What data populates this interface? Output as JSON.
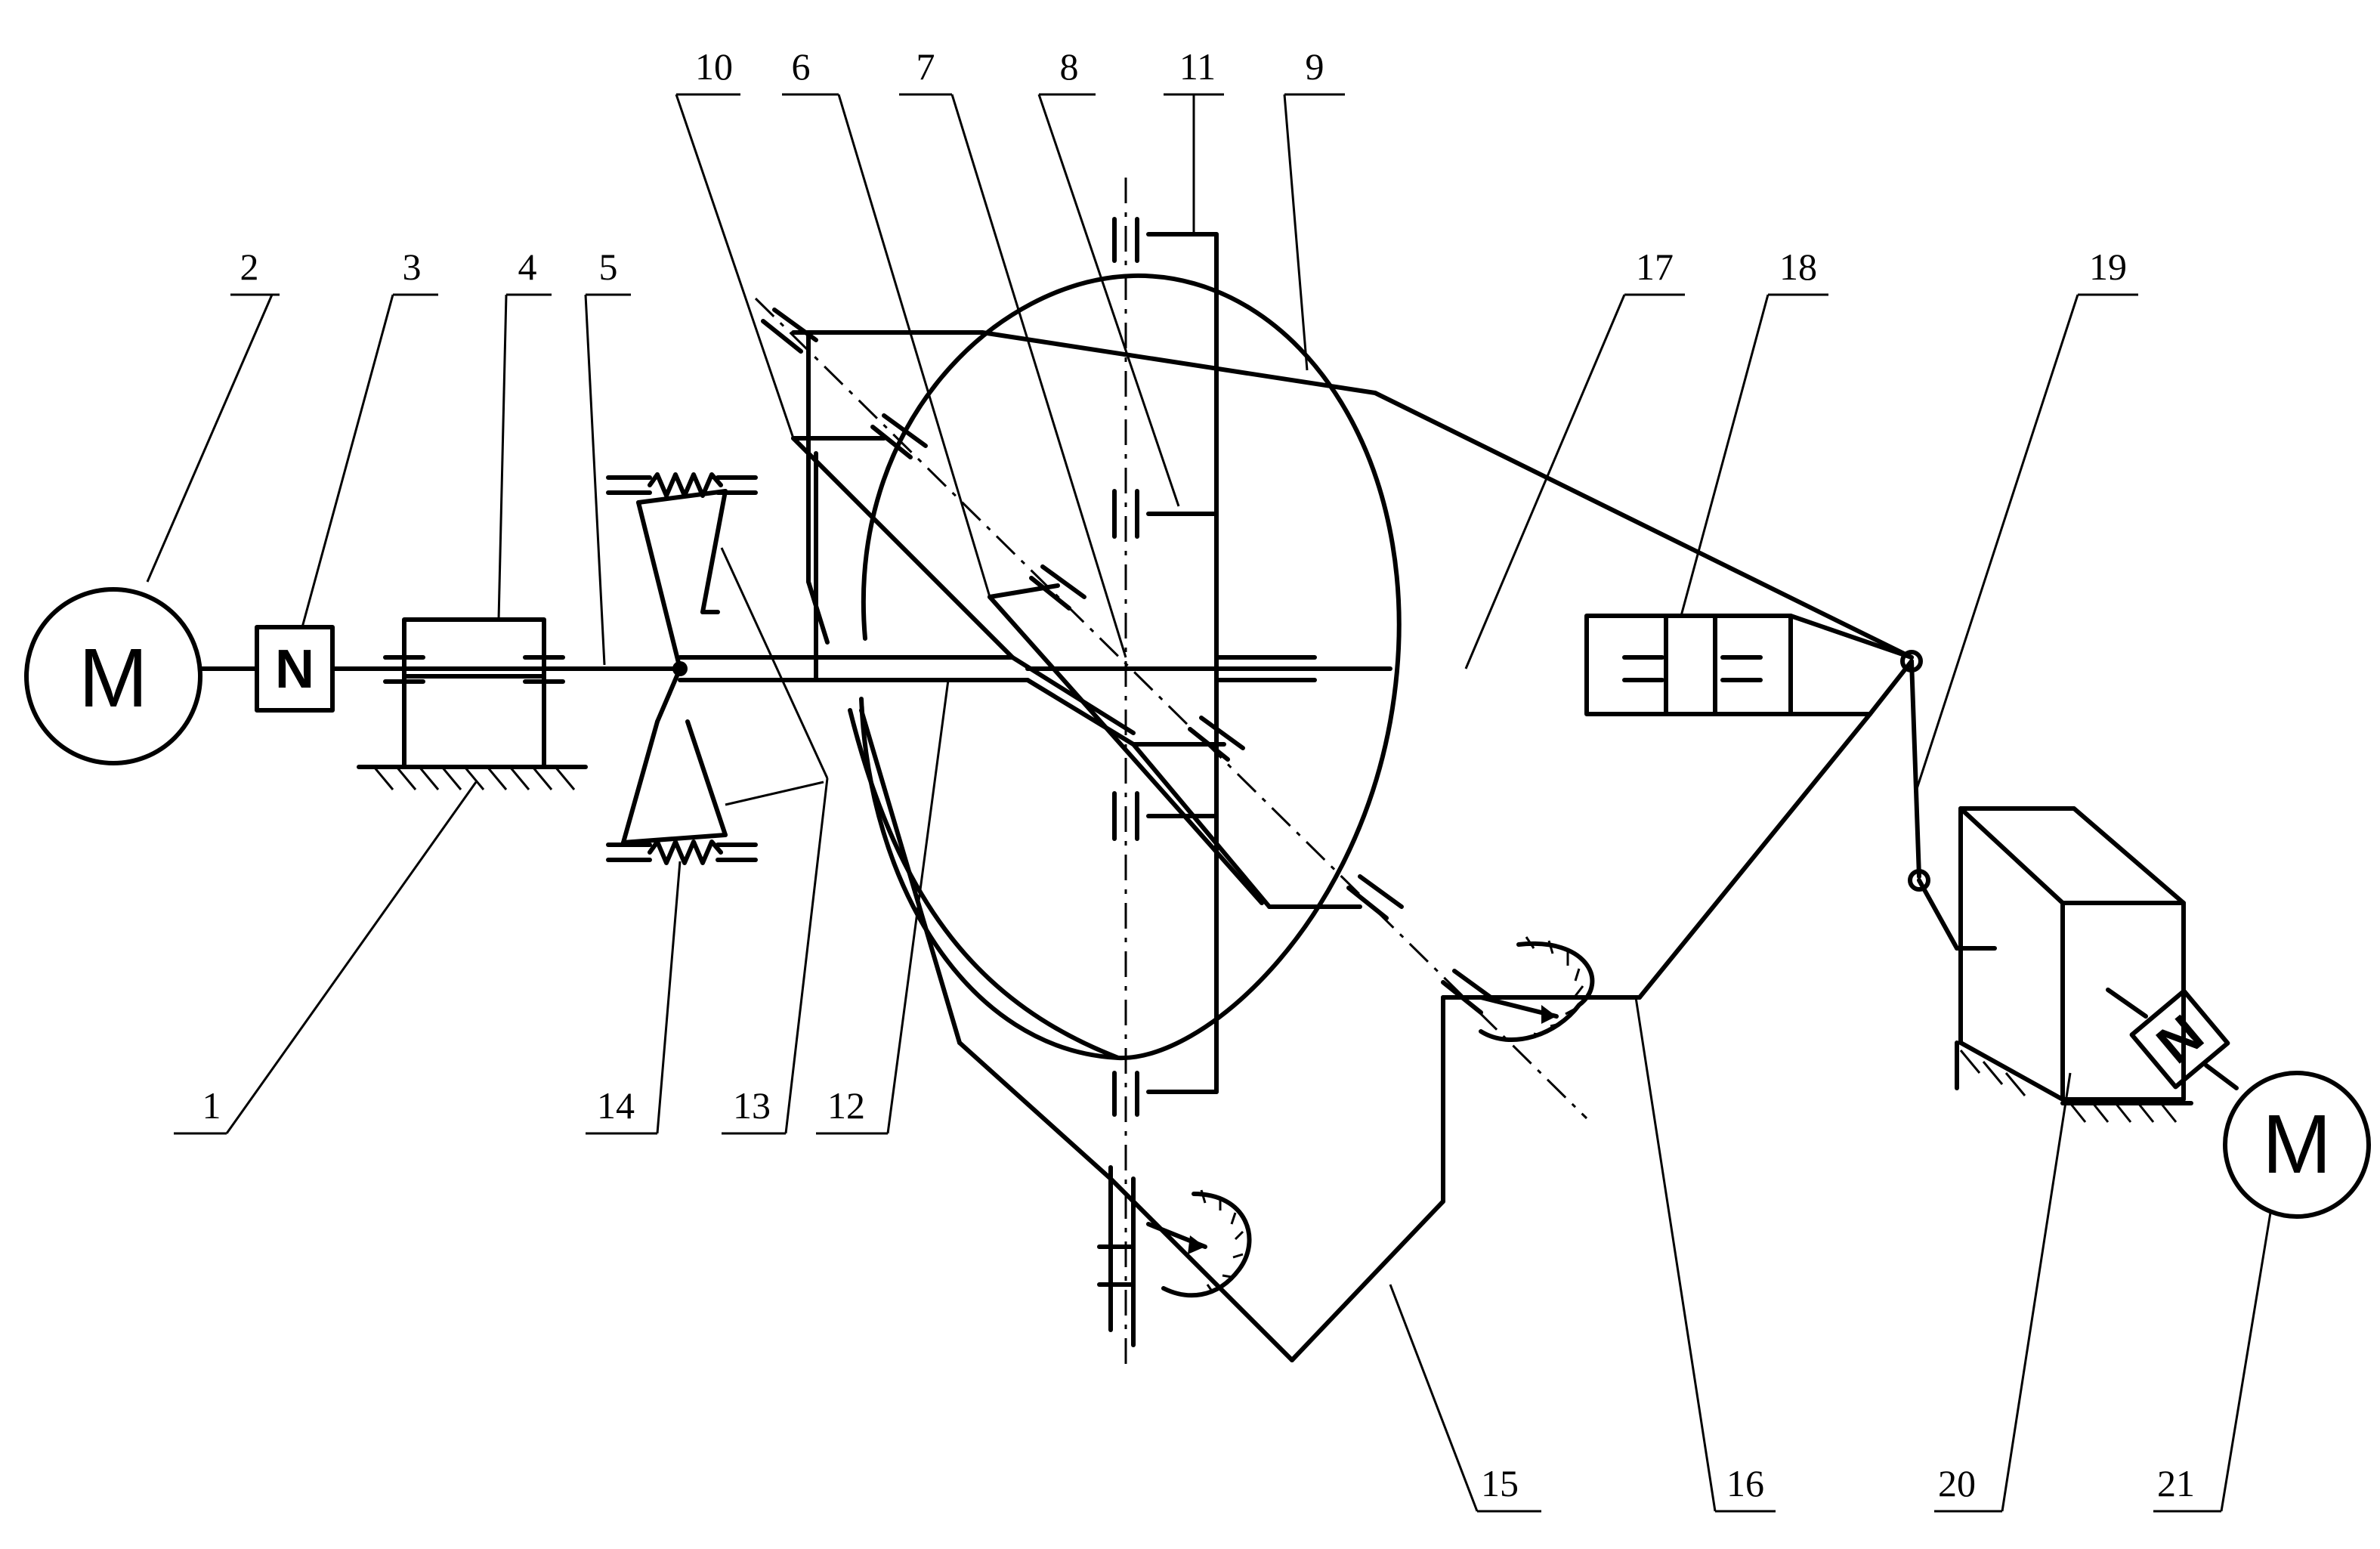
{
  "diagram": {
    "motor_left_symbol": "M",
    "motor_right_symbol": "M",
    "coupling_left_symbol": "N",
    "coupling_right_symbol": "N",
    "labels": [
      "1",
      "2",
      "3",
      "4",
      "5",
      "6",
      "7",
      "8",
      "9",
      "10",
      "11",
      "12",
      "13",
      "14",
      "15",
      "16",
      "17",
      "18",
      "19",
      "20",
      "21"
    ]
  }
}
